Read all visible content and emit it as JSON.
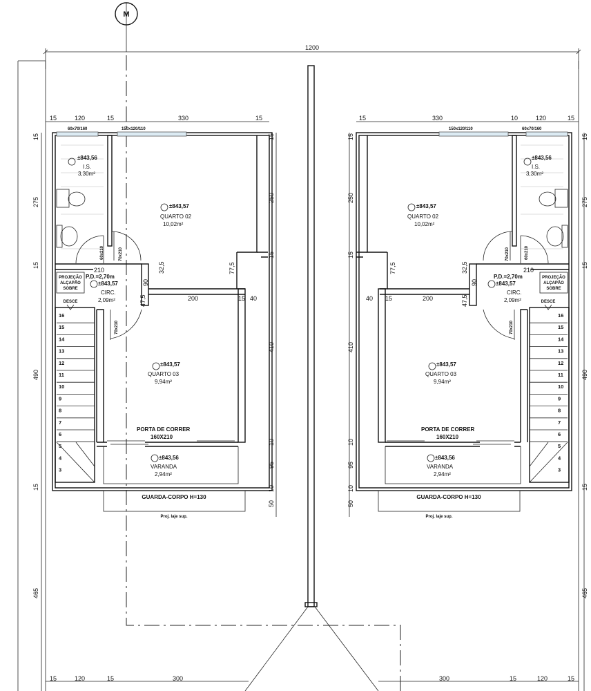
{
  "north_symbol": "M",
  "overall_dimension": "1200",
  "units": [
    {
      "dims_top": [
        "15",
        "120",
        "15",
        "330",
        "15"
      ],
      "dims_top_second": [
        "60x70/160",
        "150x120/110"
      ],
      "dims_left": [
        "15",
        "275",
        "15",
        "490",
        "15",
        "465"
      ],
      "dims_right": [
        "15",
        "250",
        "15",
        "410",
        "10",
        "95",
        "10",
        "50"
      ],
      "dims_inner": [
        "77,5",
        "32,5",
        "47,5",
        "200",
        "15",
        "40",
        "210",
        "70x210",
        "60x210",
        "70x210",
        "90"
      ],
      "dims_bottom": [
        "15",
        "120",
        "15",
        "300"
      ],
      "rooms": {
        "is": {
          "level": "±843,56",
          "name": "I.S.",
          "area": "3,30m²"
        },
        "quarto2": {
          "level": "±843,57",
          "name": "QUARTO 02",
          "area": "10,02m²"
        },
        "circ": {
          "pd": "P.D.=2,70m",
          "level": "±843,57",
          "name": "CIRC.",
          "area": "2,09m²"
        },
        "quarto3": {
          "level": "±843,57",
          "name": "QUARTO 03",
          "area": "9,94m²"
        },
        "varanda": {
          "level": "±843,56",
          "name": "VARANDA",
          "area": "2,94m²"
        }
      },
      "projecao_label": [
        "PROJEÇÃO",
        "ALÇAPÃO",
        "SOBRE"
      ],
      "desce_label": "DESCE",
      "door_label": "PORTA DE CORRER",
      "door_size": "160X210",
      "guard_label": "GUARDA-CORPO H=130",
      "proj_label": "Proj. laje sup.",
      "stairs": [
        "16",
        "15",
        "14",
        "13",
        "12",
        "11",
        "10",
        "9",
        "8",
        "7",
        "6",
        "5",
        "4",
        "3"
      ]
    },
    {
      "dims_top": [
        "15",
        "330",
        "10",
        "120",
        "15"
      ],
      "dims_top_second": [
        "150x120/110",
        "60x70/160"
      ],
      "dims_left": [
        "15",
        "250",
        "15",
        "410",
        "10",
        "95",
        "10",
        "50"
      ],
      "dims_right": [
        "15",
        "275",
        "15",
        "490",
        "15",
        "465"
      ],
      "dims_inner": [
        "77,5",
        "32,5",
        "47,5",
        "200",
        "15",
        "40",
        "210",
        "70x210",
        "60x210",
        "70x210",
        "90"
      ],
      "dims_bottom": [
        "300",
        "15",
        "120",
        "15"
      ],
      "rooms": {
        "is": {
          "level": "±843,56",
          "name": "I.S.",
          "area": "3,30m²"
        },
        "quarto2": {
          "level": "±843,57",
          "name": "QUARTO 02",
          "area": "10,02m²"
        },
        "circ": {
          "pd": "P.D.=2,70m",
          "level": "±843,57",
          "name": "CIRC.",
          "area": "2,09m²"
        },
        "quarto3": {
          "level": "±843,57",
          "name": "QUARTO 03",
          "area": "9,94m²"
        },
        "varanda": {
          "level": "±843,56",
          "name": "VARANDA",
          "area": "2,94m²"
        }
      },
      "projecao_label": [
        "PROJEÇÃO",
        "ALÇAPÃO",
        "SOBRE"
      ],
      "desce_label": "DESCE",
      "door_label": "PORTA DE CORRER",
      "door_size": "160X210",
      "guard_label": "GUARDA-CORPO H=130",
      "proj_label": "Proj. laje sup.",
      "stairs": [
        "16",
        "15",
        "14",
        "13",
        "12",
        "11",
        "10",
        "9",
        "8",
        "7",
        "6",
        "5",
        "4",
        "3"
      ]
    }
  ]
}
